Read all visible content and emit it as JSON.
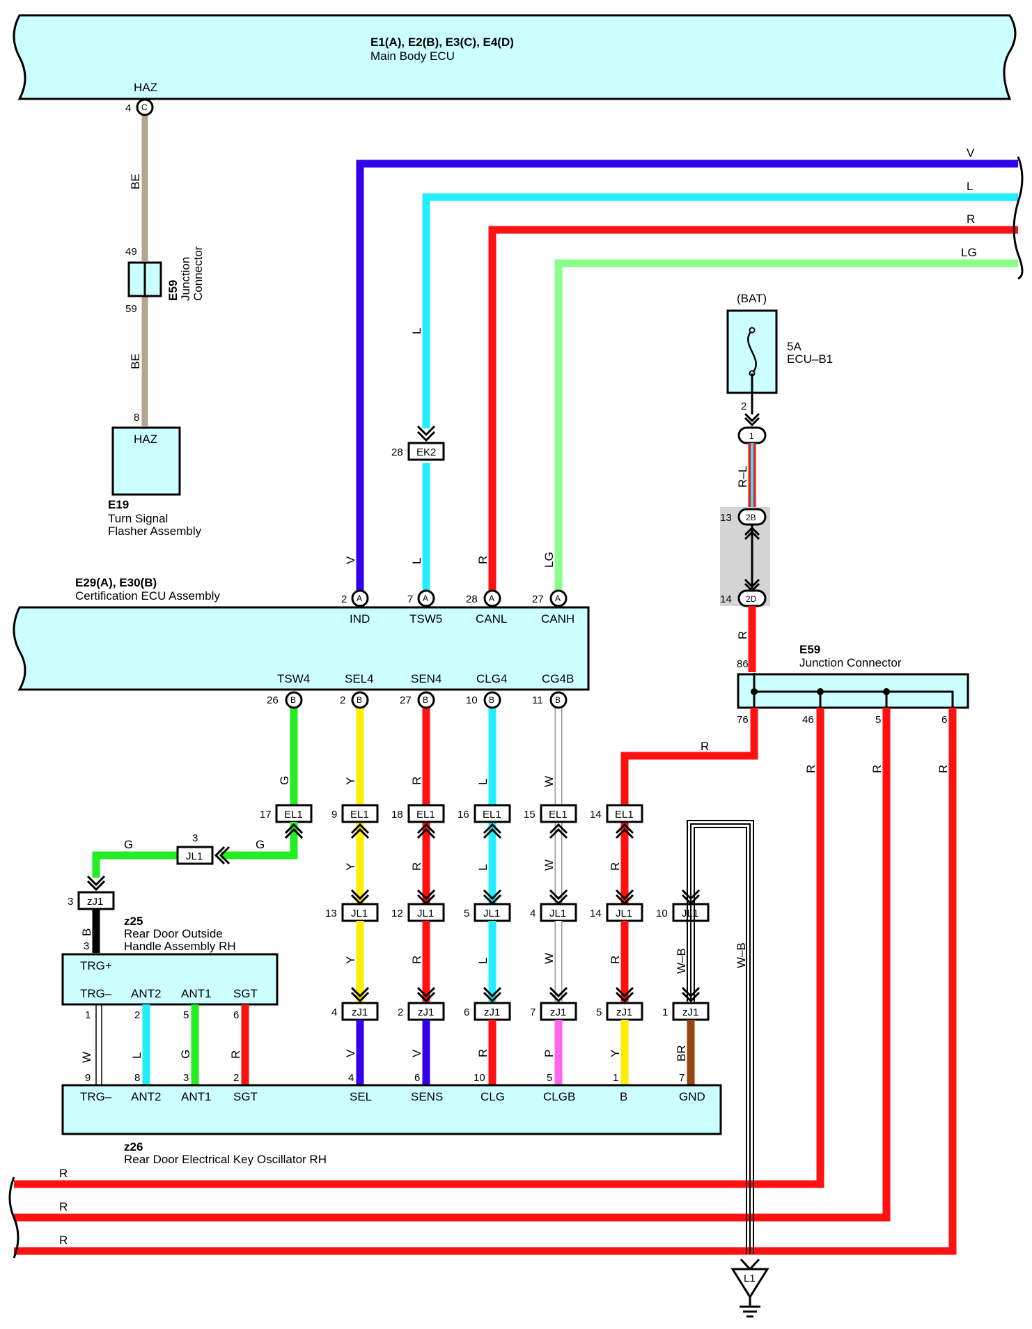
{
  "colors": {
    "box_fill": "#ccffff",
    "V": "#3300ee",
    "L": "#22eeff",
    "R": "#ff1111",
    "LG": "#88ff88",
    "G": "#22ee22",
    "Y": "#ffee00",
    "W": "#ffffff",
    "P": "#ff66ee",
    "BR": "#994411",
    "B": "#000000",
    "BE": "#b8a48c",
    "splice_bg": "#d4d4d4"
  },
  "main_body_ecu": {
    "title": "E1(A), E2(B), E3(C), E4(D)",
    "subtitle": "Main Body ECU",
    "pin_name": "HAZ",
    "pin_num": "4",
    "pin_conn": "C"
  },
  "right_wires": [
    {
      "label": "V",
      "color": "V"
    },
    {
      "label": "L",
      "color": "L"
    },
    {
      "label": "R",
      "color": "R"
    },
    {
      "label": "LG",
      "color": "LG"
    }
  ],
  "haz_wire": {
    "top_label": "BE",
    "bottom_label": "BE",
    "jc_pin_top": "49",
    "jc_pin_bottom": "59",
    "jc_code": "E59",
    "jc_name_1": "Junction",
    "jc_name_2": "Connector"
  },
  "flasher": {
    "pin_num": "8",
    "pin_name": "HAZ",
    "code": "E19",
    "name_1": "Turn Signal",
    "name_2": "Flasher Assembly"
  },
  "fuse": {
    "source": "(BAT)",
    "rating": "5A",
    "name": "ECU–B1",
    "pin": "2",
    "badge1": "1",
    "wire1": "R–L",
    "badge2_pin": "13",
    "badge2": "2B",
    "badge3_pin": "14",
    "badge3": "2D",
    "wire2": "R"
  },
  "ek2": {
    "pin": "28",
    "label": "EK2",
    "wire_above": "L"
  },
  "cert_ecu": {
    "code": "E29(A), E30(B)",
    "name": "Certification ECU Assembly",
    "top_pins": [
      {
        "num": "2",
        "conn": "A",
        "name": "IND",
        "wire": "V"
      },
      {
        "num": "7",
        "conn": "A",
        "name": "TSW5",
        "wire": "L"
      },
      {
        "num": "28",
        "conn": "A",
        "name": "CANL",
        "wire": "R"
      },
      {
        "num": "27",
        "conn": "A",
        "name": "CANH",
        "wire": "LG"
      }
    ],
    "bottom_pins": [
      {
        "num": "26",
        "conn": "B",
        "name": "TSW4",
        "wire": "G"
      },
      {
        "num": "2",
        "conn": "B",
        "name": "SEL4",
        "wire": "Y"
      },
      {
        "num": "27",
        "conn": "B",
        "name": "SEN4",
        "wire": "R"
      },
      {
        "num": "10",
        "conn": "B",
        "name": "CLG4",
        "wire": "L"
      },
      {
        "num": "11",
        "conn": "B",
        "name": "CG4B",
        "wire": "W"
      }
    ]
  },
  "e59_big": {
    "code": "E59",
    "name": "Junction Connector",
    "in_pin": "86",
    "out_pins": [
      "76",
      "46",
      "5",
      "6"
    ],
    "r_label": "R"
  },
  "el1_row": [
    {
      "pin": "17",
      "label": "EL1"
    },
    {
      "pin": "9",
      "label": "EL1"
    },
    {
      "pin": "18",
      "label": "EL1"
    },
    {
      "pin": "16",
      "label": "EL1"
    },
    {
      "pin": "15",
      "label": "EL1"
    },
    {
      "pin": "14",
      "label": "EL1"
    }
  ],
  "jl1_side": {
    "pin": "3",
    "label": "JL1",
    "left_wire": "G",
    "right_wire": "G"
  },
  "jl1_row": [
    {
      "pin": "13",
      "label": "JL1",
      "wire": "Y"
    },
    {
      "pin": "12",
      "label": "JL1",
      "wire": "R"
    },
    {
      "pin": "5",
      "label": "JL1",
      "wire": "L"
    },
    {
      "pin": "4",
      "label": "JL1",
      "wire": "W"
    },
    {
      "pin": "14",
      "label": "JL1",
      "wire": "R"
    },
    {
      "pin": "10",
      "label": "JL1",
      "wire": "W–B"
    }
  ],
  "zj1_row": [
    {
      "pin": "4",
      "label": "zJ1",
      "wire_up": "Y",
      "wire_down": "V"
    },
    {
      "pin": "2",
      "label": "zJ1",
      "wire_up": "R",
      "wire_down": "V"
    },
    {
      "pin": "6",
      "label": "zJ1",
      "wire_up": "L",
      "wire_down": "R"
    },
    {
      "pin": "7",
      "label": "zJ1",
      "wire_up": "W",
      "wire_down": "P"
    },
    {
      "pin": "5",
      "label": "zJ1",
      "wire_up": "R",
      "wire_down": "Y"
    },
    {
      "pin": "1",
      "label": "zJ1",
      "wire_up": "W–B",
      "wire_down": "BR"
    }
  ],
  "zj1_left": {
    "pin": "3",
    "label": "zJ1",
    "wire": "B",
    "pin_below": "3"
  },
  "z25": {
    "code": "z25",
    "name_1": "Rear Door Outside",
    "name_2": "Handle Assembly RH",
    "top_pin": "TRG+",
    "pins": [
      {
        "num": "1",
        "name": "TRG–",
        "wire": "W"
      },
      {
        "num": "2",
        "name": "ANT2",
        "wire": "L"
      },
      {
        "num": "5",
        "name": "ANT1",
        "wire": "G"
      },
      {
        "num": "6",
        "name": "SGT",
        "wire": "R"
      }
    ]
  },
  "z26": {
    "code": "z26",
    "name": "Rear Door Electrical Key Oscillator RH",
    "pins": [
      {
        "num": "9",
        "name": "TRG–"
      },
      {
        "num": "8",
        "name": "ANT2"
      },
      {
        "num": "3",
        "name": "ANT1"
      },
      {
        "num": "2",
        "name": "SGT"
      },
      {
        "num": "4",
        "name": "SEL"
      },
      {
        "num": "6",
        "name": "SENS"
      },
      {
        "num": "10",
        "name": "CLG"
      },
      {
        "num": "5",
        "name": "CLGB"
      },
      {
        "num": "1",
        "name": "B"
      },
      {
        "num": "7",
        "name": "GND"
      }
    ]
  },
  "ground": {
    "label": "L1",
    "wire": "W–B"
  },
  "bottom_wires": [
    {
      "label": "R"
    },
    {
      "label": "R"
    },
    {
      "label": "R"
    }
  ],
  "e59_out_wire_labels": [
    "R",
    "R",
    "R"
  ]
}
